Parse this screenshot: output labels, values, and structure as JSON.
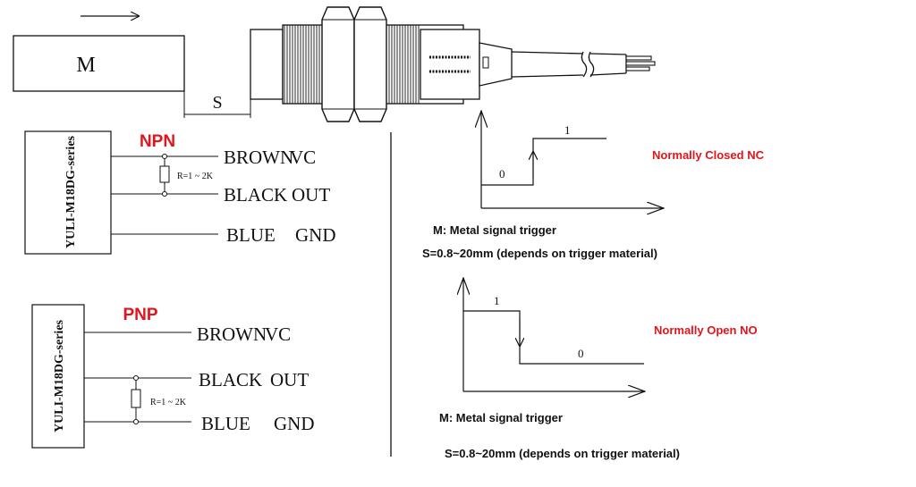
{
  "top": {
    "target_label": "M",
    "gap_label": "S"
  },
  "npn": {
    "title": "NPN",
    "device_label": "YULI-M18DG-series",
    "resistor_label": "R=1 ~ 2K",
    "wires": [
      {
        "color_name": "BROWN",
        "function": "VC"
      },
      {
        "color_name": "BLACK",
        "function": "OUT"
      },
      {
        "color_name": "BLUE",
        "function": "GND"
      }
    ]
  },
  "pnp": {
    "title": "PNP",
    "device_label": "YULI-M18DG-series",
    "resistor_label": "R=1 ~ 2K",
    "wires": [
      {
        "color_name": "BROWN",
        "function": "VC"
      },
      {
        "color_name": "BLACK",
        "function": "OUT"
      },
      {
        "color_name": "BLUE",
        "function": "GND"
      }
    ]
  },
  "nc_chart": {
    "title": "Normally Closed NC",
    "low_label": "0",
    "high_label": "1",
    "note_trigger": "M: Metal signal trigger",
    "note_distance": "S=0.8~20mm (depends on trigger material)"
  },
  "no_chart": {
    "title": "Normally Open NO",
    "high_label": "1",
    "low_label": "0",
    "note_trigger": "M: Metal signal trigger",
    "note_distance": "S=0.8~20mm (depends on trigger material)"
  },
  "colors": {
    "line": "#111111",
    "accent_red": "#e3141b"
  }
}
